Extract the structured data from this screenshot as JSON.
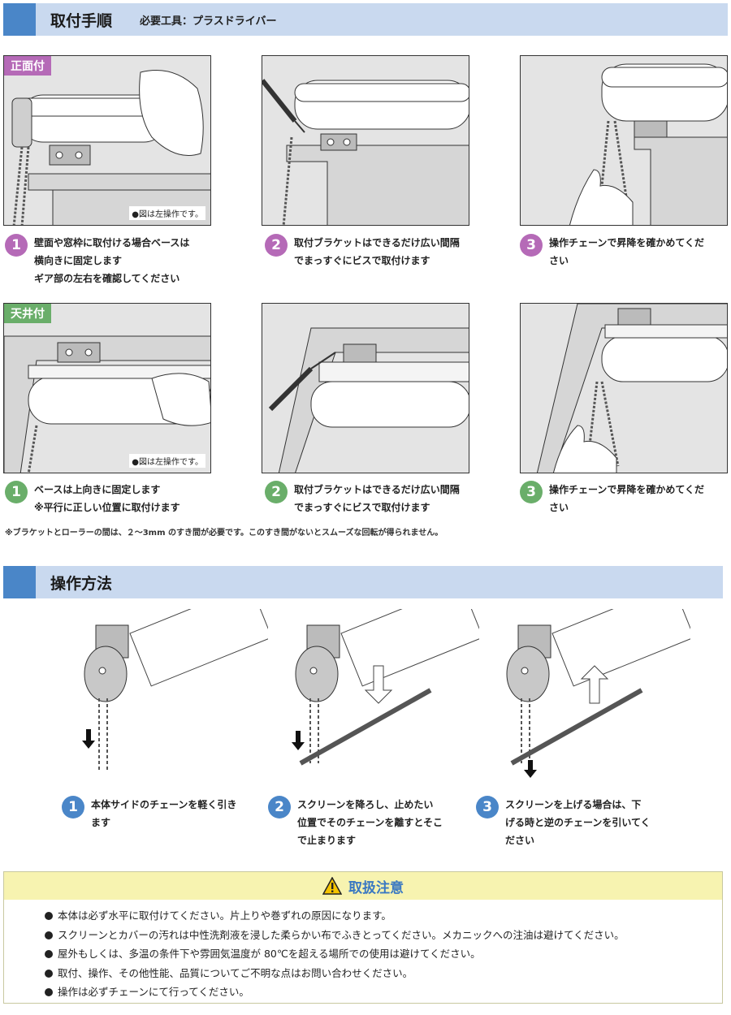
{
  "install": {
    "title": "取付手順",
    "tools": "必要工具：プラスドライバー",
    "front": {
      "tag": "正面付",
      "note": "●図は左操作です。",
      "steps": [
        {
          "num": "1",
          "lines": [
            "壁面や窓枠に取付ける場合ベースは",
            "横向きに固定します",
            "ギア部の左右を確認してください"
          ]
        },
        {
          "num": "2",
          "lines": [
            "取付ブラケットはできるだけ広い間隔",
            "でまっすぐにビスで取付けます"
          ]
        },
        {
          "num": "3",
          "lines": [
            "操作チェーンで昇降を確かめてくだ",
            "さい"
          ]
        }
      ]
    },
    "ceiling": {
      "tag": "天井付",
      "note": "●図は左操作です。",
      "steps": [
        {
          "num": "1",
          "lines": [
            "ベースは上向きに固定します",
            "※平行に正しい位置に取付けます"
          ]
        },
        {
          "num": "2",
          "lines": [
            "取付ブラケットはできるだけ広い間隔",
            "でまっすぐにビスで取付けます"
          ]
        },
        {
          "num": "3",
          "lines": [
            "操作チェーンで昇降を確かめてくだ",
            "さい"
          ]
        }
      ]
    },
    "footnote": "※ブラケットとローラーの間は、２～3mm のすき間が必要です。このすき間がないとスムーズな回転が得られません。"
  },
  "operation": {
    "title": "操作方法",
    "steps": [
      {
        "num": "1",
        "lines": [
          "本体サイドのチェーンを軽く引き",
          "ます"
        ]
      },
      {
        "num": "2",
        "lines": [
          "スクリーンを降ろし、止めたい",
          "位置でそのチェーンを離すとそこ",
          "で止まります"
        ]
      },
      {
        "num": "3",
        "lines": [
          "スクリーンを上げる場合は、下",
          "げる時と逆のチェーンを引いてく",
          "ださい"
        ]
      }
    ]
  },
  "caution": {
    "title": "取扱注意",
    "items": [
      "本体は必ず水平に取付けてください。片上りや巻ずれの原因になります。",
      "スクリーンとカバーの汚れは中性洗剤液を浸した柔らかい布でふきとってください。メカニックへの注油は避けてください。",
      "屋外もしくは、多温の条件下や雰囲気温度が 80℃を超える場所での使用は避けてください。",
      "取付、操作、その他性能、品質についてご不明な点はお問い合わせください。",
      "操作は必ずチェーンにて行ってください。"
    ]
  },
  "colors": {
    "header_bg": "#c9d9ef",
    "accent": "#4a86c8",
    "pink": "#b56ab7",
    "green": "#6aae6a",
    "caution_bg": "#f7f3b0"
  }
}
